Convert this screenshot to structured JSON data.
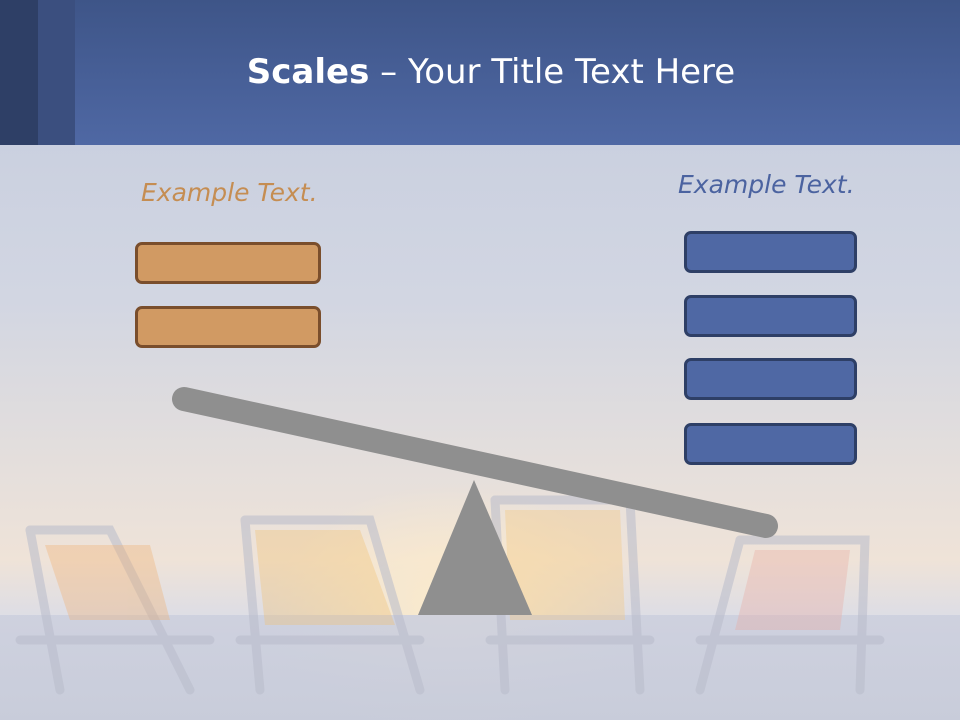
{
  "slide": {
    "title_strong": "Scales",
    "title_rest": " – Your Title Text Here",
    "left_label": "Example Text.",
    "right_label": "Example Text.",
    "left_boxes": 2,
    "right_boxes": 4
  },
  "colors": {
    "header": "#4f68a4",
    "left_accent": "#d19a63",
    "right_accent": "#4f68a4",
    "beam": "#8f8f8f"
  }
}
